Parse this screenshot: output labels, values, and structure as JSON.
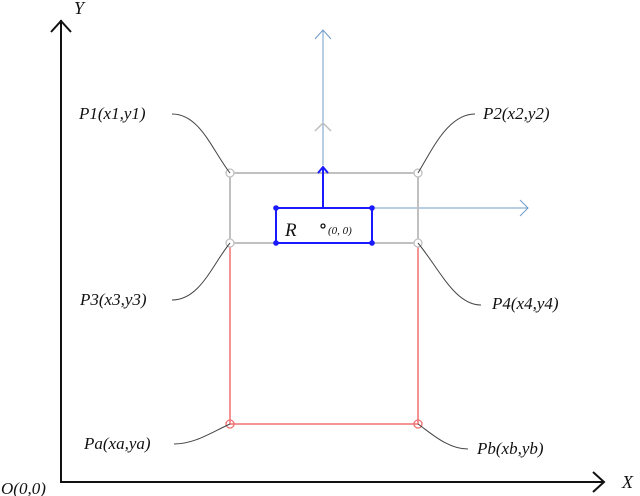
{
  "diagram": {
    "axes": {
      "x_label": "X",
      "y_label": "Y",
      "origin_label": "O(0,0)",
      "color": "#111111"
    },
    "points": {
      "p1": "P1(x1,y1)",
      "p2": "P2(x2,y2)",
      "p3": "P3(x3,y3)",
      "p4": "P4(x4,y4)",
      "pa": "Pa(xa,ya)",
      "pb": "Pb(xb,yb)"
    },
    "robot": {
      "label": "R",
      "center_label": "(0, 0)",
      "color": "#1a1aff"
    },
    "colors": {
      "gray_rect": "#c0c0c0",
      "red_rect": "#f07070",
      "local_axes": "#6f9cc8",
      "leader": "#444444"
    }
  }
}
